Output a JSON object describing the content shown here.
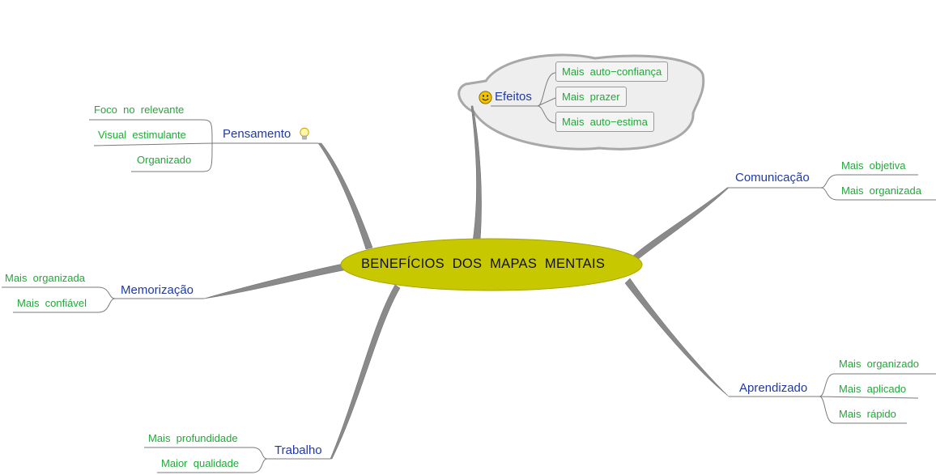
{
  "central_topic": "BENEFÍCIOS  DOS  MAPAS  MENTAIS",
  "branches": [
    {
      "label": "Pensamento",
      "icon": "lightbulb-icon",
      "leaves": [
        "Foco  no  relevante",
        "Visual  estimulante",
        "Organizado"
      ]
    },
    {
      "label": "Efeitos",
      "icon": "smiley-icon",
      "leaves": [
        "Mais  auto−confiança",
        "Mais  prazer",
        "Mais  auto−estima"
      ]
    },
    {
      "label": "Comunicação",
      "leaves": [
        "Mais  objetiva",
        "Mais  organizada"
      ]
    },
    {
      "label": "Memorização",
      "leaves": [
        "Mais  organizada",
        "Mais  confiável"
      ]
    },
    {
      "label": "Aprendizado",
      "leaves": [
        "Mais  organizado",
        "Mais  aplicado",
        "Mais  rápido"
      ]
    },
    {
      "label": "Trabalho",
      "leaves": [
        "Mais  profundidade",
        "Maior  qualidade"
      ]
    }
  ],
  "colors": {
    "central_fill": "#c8c800",
    "branch_text": "#1f3aa8",
    "leaf_text": "#22a83a",
    "branch_line": "#8a8a8a",
    "cloud_fill": "#eeeeee"
  }
}
